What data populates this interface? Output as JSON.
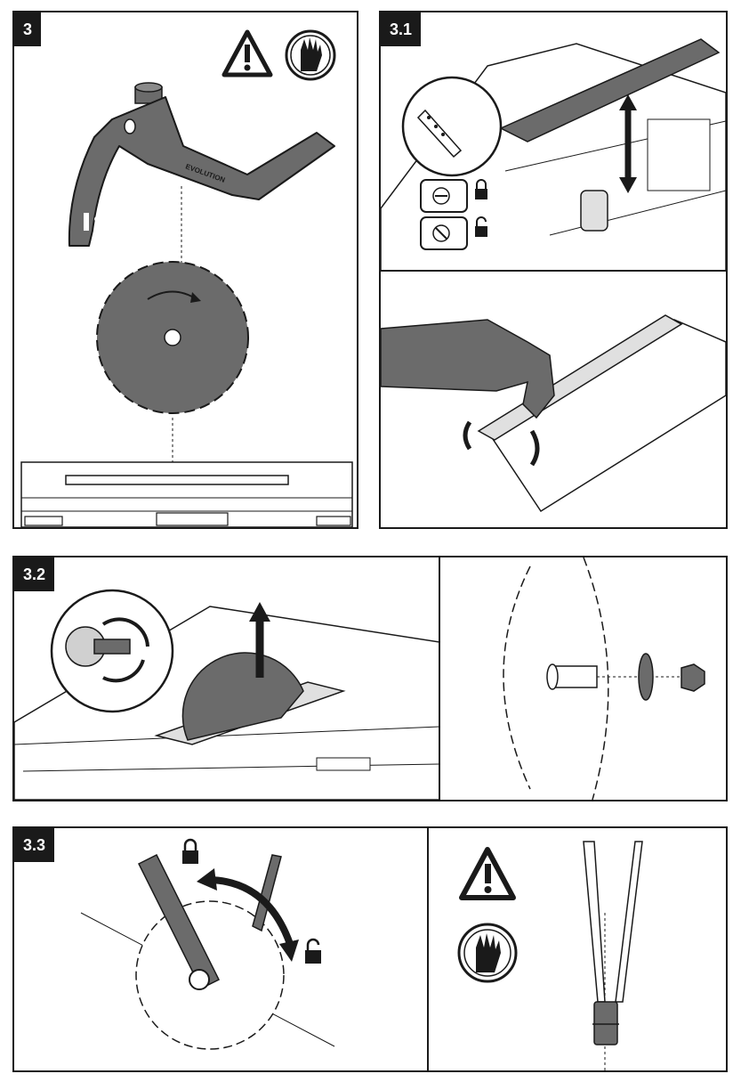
{
  "steps": {
    "s3": "3",
    "s3_1": "3.1",
    "s3_2": "3.2",
    "s3_3": "3.3"
  },
  "guard_brand": "EVOLUTION",
  "icons": {
    "warning": "warning-triangle-icon",
    "gloves": "gloves-icon",
    "lock": "padlock-locked-icon",
    "unlock": "padlock-unlocked-icon"
  },
  "colors": {
    "line": "#1a1a1a",
    "part_fill": "#6b6b6b",
    "light_fill": "#f2f2f2"
  }
}
